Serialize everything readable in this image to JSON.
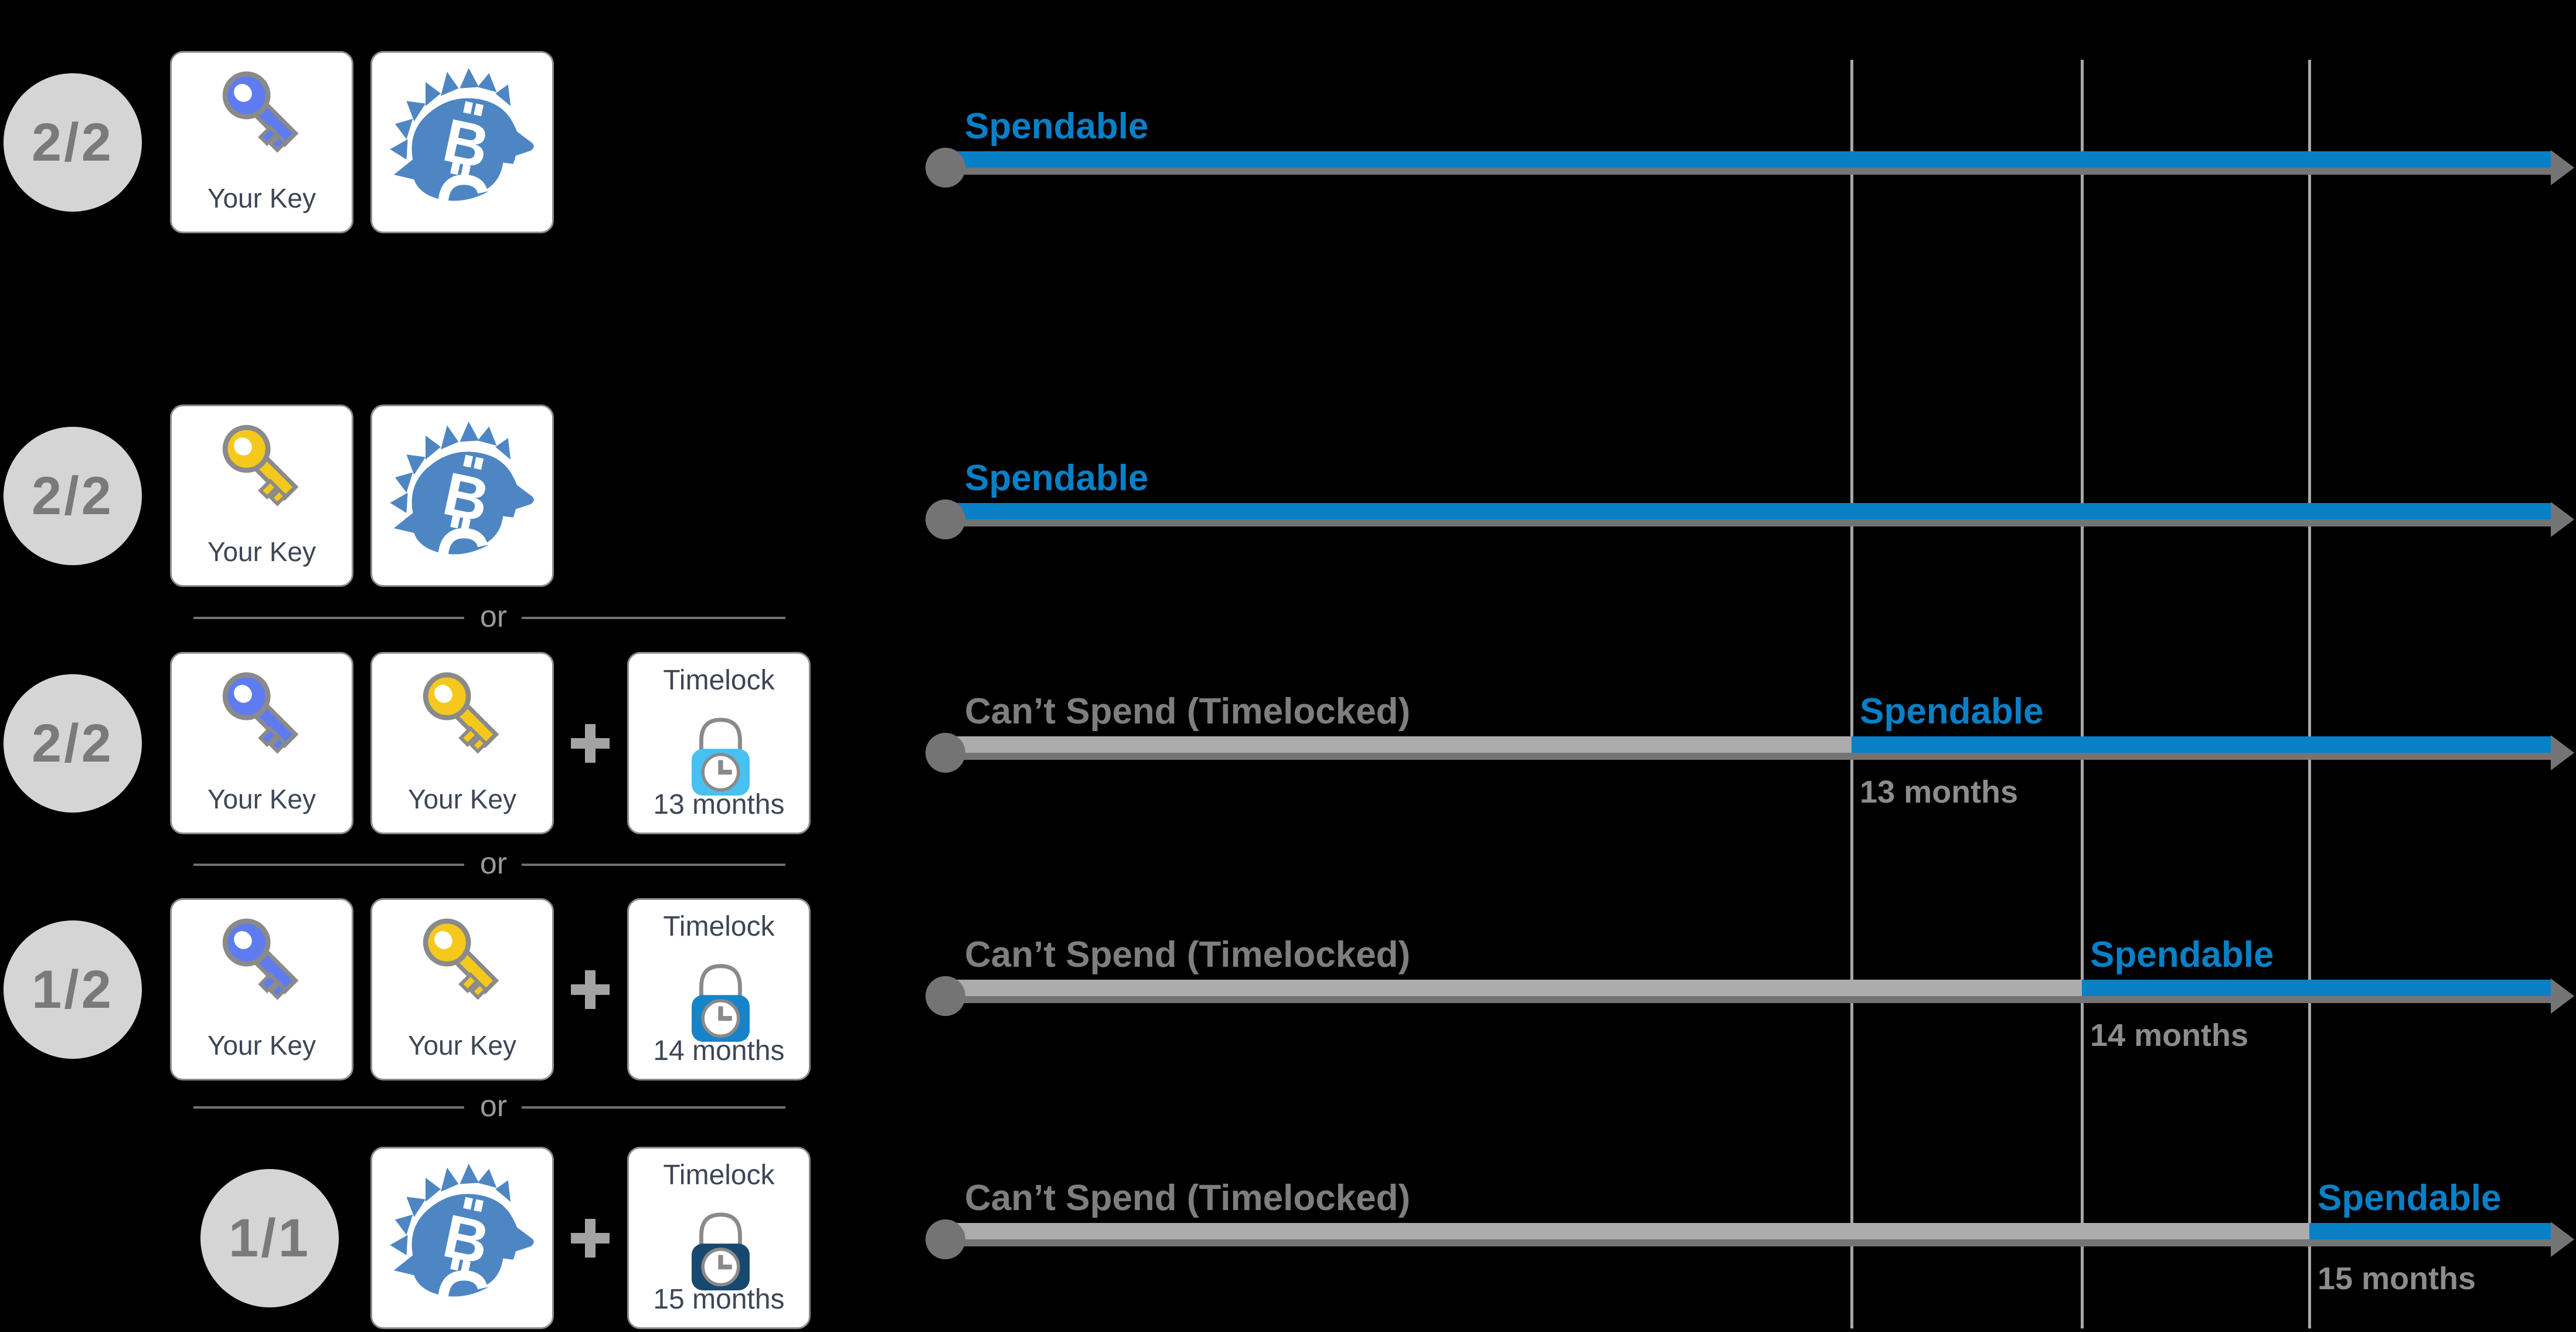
{
  "colors": {
    "background": "#000000",
    "spendable_blue": "#0880C6",
    "locked_bar_gray": "#ACACAC",
    "timeline_gray": "#747474",
    "grid_gray": "#A8A8A8",
    "badge_bg": "#D5D5D5",
    "badge_text": "#7A7A7A",
    "card_bg": "#FFFFFF",
    "card_border": "#8C8C8C",
    "card_text": "#3D4656",
    "key_blue": "#5E7CEF",
    "key_yellow": "#F5C81C",
    "hedgehog_blue": "#4E86C4",
    "lock_13": "#47C1F2",
    "lock_14": "#1783C9",
    "lock_15": "#17496E",
    "locked_text": "#7E7E7E",
    "months_text": "#8C8C8C",
    "divider_line": "#717171",
    "or_text": "#999999",
    "plus_gray": "#A3A3A3",
    "icon_outline": "#8A8A8A"
  },
  "icons": {
    "key": "key-icon",
    "hedgehog_bitcoin": "hedgehog-bitcoin-logo-icon",
    "lock_clock": "timelock-lock-clock-icon",
    "plus": "plus-icon",
    "timeline_start": "timeline-start-dot",
    "timeline_arrow": "timeline-arrowhead-icon"
  },
  "timeline_axis": {
    "gridline_months": [
      13,
      14,
      15
    ]
  },
  "dividers": [
    "or",
    "or",
    "or"
  ],
  "rows": [
    {
      "badge": "2/2",
      "cards": {
        "key": "Your Key"
      },
      "timeline": {
        "label": "Spendable"
      }
    },
    {
      "badge": "2/2",
      "cards": {
        "key": "Your Key"
      },
      "timeline": {
        "label": "Spendable"
      }
    },
    {
      "badge": "2/2",
      "cards": {
        "key1": "Your Key",
        "key2": "Your Key",
        "timelock_title": "Timelock",
        "timelock_months": "13 months"
      },
      "timeline": {
        "locked_label": "Can’t Spend (Timelocked)",
        "spendable_label": "Spendable",
        "months": "13 months"
      }
    },
    {
      "badge": "1/2",
      "cards": {
        "key1": "Your Key",
        "key2": "Your Key",
        "timelock_title": "Timelock",
        "timelock_months": "14 months"
      },
      "timeline": {
        "locked_label": "Can’t Spend (Timelocked)",
        "spendable_label": "Spendable",
        "months": "14 months"
      }
    },
    {
      "badge": "1/1",
      "cards": {
        "timelock_title": "Timelock",
        "timelock_months": "15 months"
      },
      "timeline": {
        "locked_label": "Can’t Spend (Timelocked)",
        "spendable_label": "Spendable",
        "months": "15 months"
      }
    }
  ]
}
